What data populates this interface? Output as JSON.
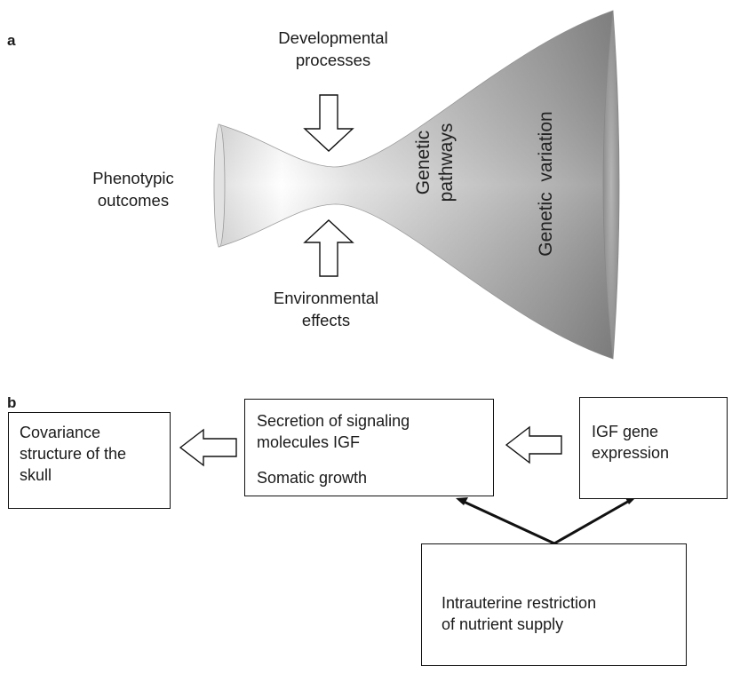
{
  "panel_a": {
    "label": "a",
    "top_label_line1": "Developmental",
    "top_label_line2": "processes",
    "left_label_line1": "Phenotypic",
    "left_label_line2": "outcomes",
    "bottom_label_line1": "Environmental",
    "bottom_label_line2": "effects",
    "inner_label_line1": "Genetic",
    "inner_label_line2": "pathways",
    "outer_label": "Genetic  variation"
  },
  "panel_b": {
    "label": "b",
    "box_skull_line1": "Covariance",
    "box_skull_line2": "structure of the",
    "box_skull_line3": "skull",
    "box_igf_line1": "Secretion of signaling",
    "box_igf_line2": "molecules IGF",
    "box_igf_line3": "Somatic growth",
    "box_gene_line1": "IGF gene",
    "box_gene_line2": "expression",
    "box_nutrient_line1": "Intrauterine restriction",
    "box_nutrient_line2": "of nutrient supply"
  },
  "colors": {
    "line": "#111111",
    "funnel_light": "#f4f4f4",
    "funnel_dark": "#8a8a8a"
  }
}
